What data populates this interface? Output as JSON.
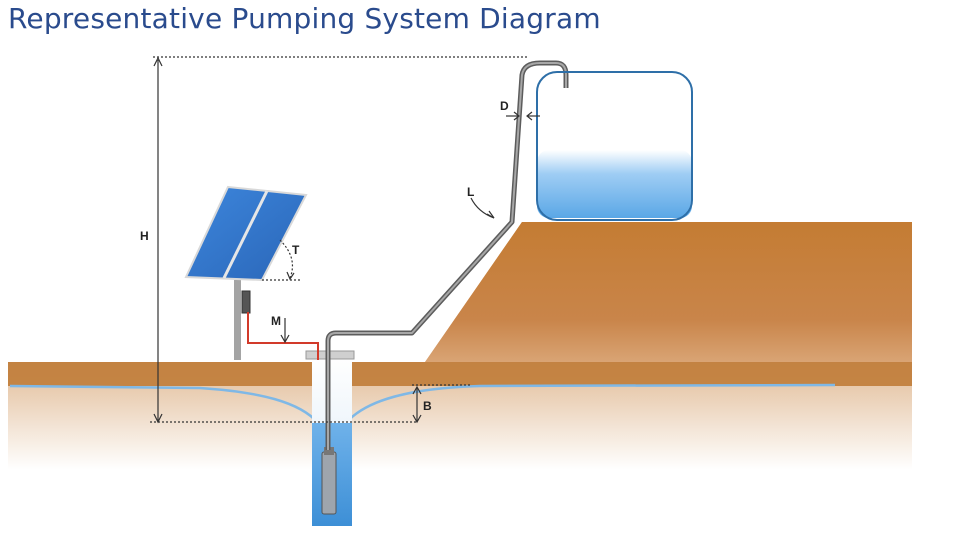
{
  "title": "Representative Pumping System Diagram",
  "labels": {
    "head": "H",
    "diameter": "D",
    "length": "L",
    "tilt": "T",
    "motor": "M",
    "drawdown": "B"
  },
  "colors": {
    "title": "#2a4b8d",
    "ground": "#bf7d3a",
    "water": "#5aa7e6",
    "panel": "#3b7fd6",
    "pipe": "#6f6f6f",
    "cable": "#d23a2a"
  }
}
